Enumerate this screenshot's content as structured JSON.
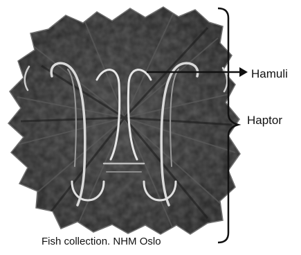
{
  "labels": {
    "hamuli": "Hamuli",
    "haptor": "Haptor"
  },
  "caption": "Fish collection. NHM Oslo",
  "colors": {
    "background": "#ffffff",
    "specimen_dark": "#2b2b2b",
    "specimen_mid": "#4a4a4a",
    "hamuli_highlight": "#e6e6e6",
    "annotation": "#111111"
  },
  "image": {
    "subject": "micrograph of a monogenean haptor with a pair of hooked hamuli"
  }
}
